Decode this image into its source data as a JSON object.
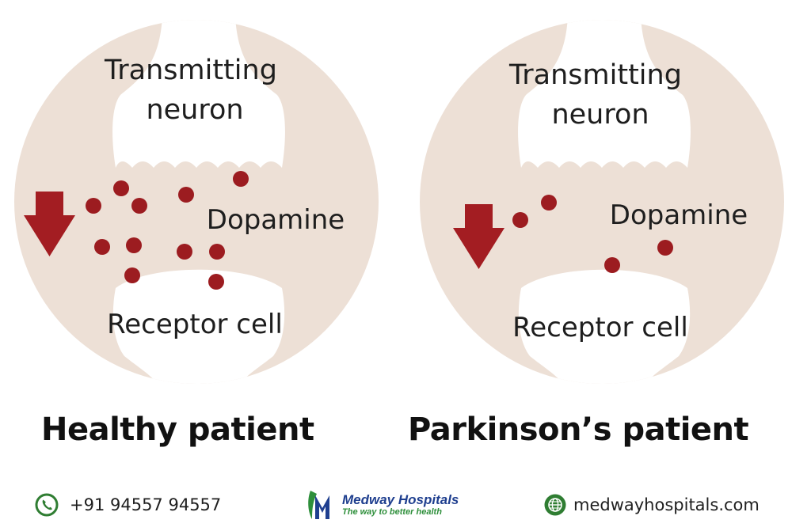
{
  "panels": [
    {
      "caption": "Healthy patient",
      "top_label_line1": "Transmitting",
      "top_label_line2": "neuron",
      "dopamine_label": "Dopamine",
      "bottom_label": "Receptor cell",
      "dopamine_count": 11
    },
    {
      "caption": "Parkinson’s patient",
      "top_label_line1": "Transmitting",
      "top_label_line2": "neuron",
      "dopamine_label": "Dopamine",
      "bottom_label": "Receptor cell",
      "dopamine_count": 4
    }
  ],
  "footer": {
    "phone": "+91 94557 94557",
    "logo_name": "Medway Hospitals",
    "logo_tagline": "The way to better health",
    "website": "medwayhospitals.com"
  },
  "colors": {
    "synapse_bg": "#ede0d6",
    "dopamine": "#9c1c20",
    "arrow": "#a31d22",
    "icon_green": "#2f7d32",
    "logo_blue": "#1f3f8f",
    "logo_green": "#2e8f3b"
  }
}
